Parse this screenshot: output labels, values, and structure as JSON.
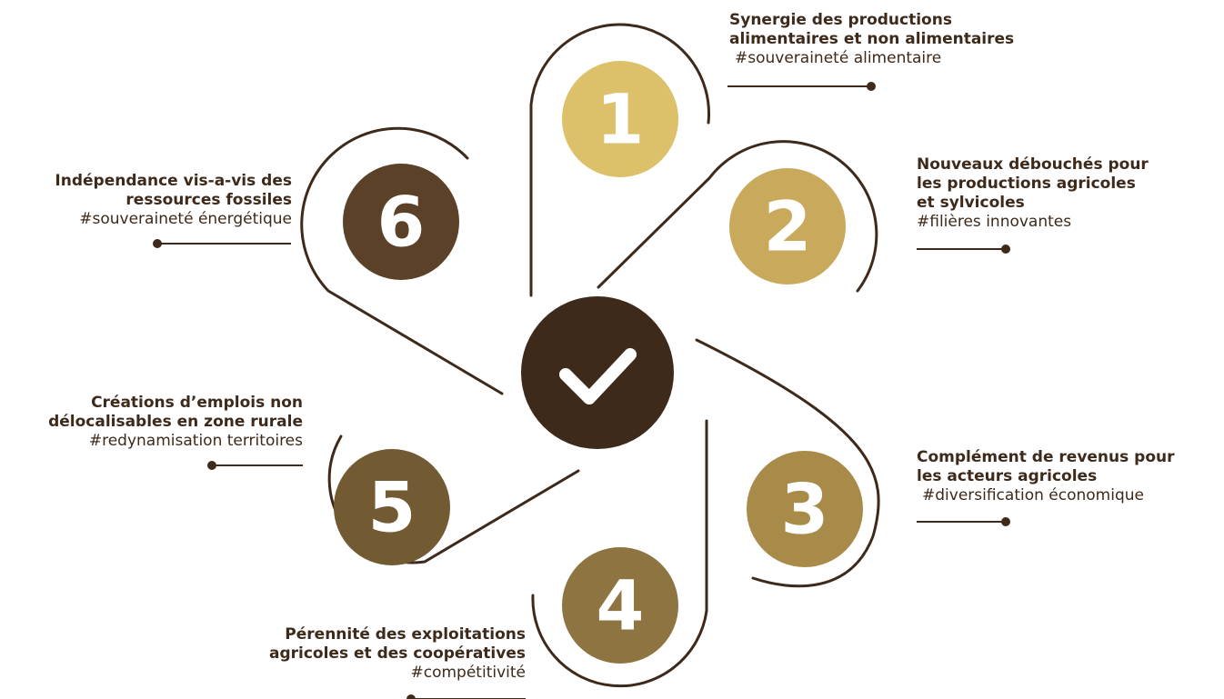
{
  "center": {
    "icon": "check-icon",
    "color": "#3e2a1a"
  },
  "items": [
    {
      "number": "1",
      "color": "#dcc06a",
      "title": "Synergie des productions\nalimentaires et non alimentaires",
      "tag": "#souveraineté alimentaire"
    },
    {
      "number": "2",
      "color": "#c9aa5c",
      "title": "Nouveaux débouchés pour\nles productions agricoles\net sylvicoles",
      "tag": "#filières innovantes"
    },
    {
      "number": "3",
      "color": "#a88b49",
      "title": "Complément de revenus pour\nles acteurs agricoles",
      "tag": "#diversification économique"
    },
    {
      "number": "4",
      "color": "#8d7440",
      "title": "Pérennité des exploitations\nagricoles et des coopératives",
      "tag": "#compétitivité"
    },
    {
      "number": "5",
      "color": "#725a32",
      "title": "Créations d’emplois non\ndélocalisables en zone rurale",
      "tag": "#redynamisation territoires"
    },
    {
      "number": "6",
      "color": "#5a4127",
      "title": "Indépendance vis-a-vis des\nressources fossiles",
      "tag": "#souveraineté énergétique"
    }
  ],
  "colors": {
    "line": "#3e2a1a",
    "number_text": "#ffffff",
    "text": "#3d2a1a"
  }
}
